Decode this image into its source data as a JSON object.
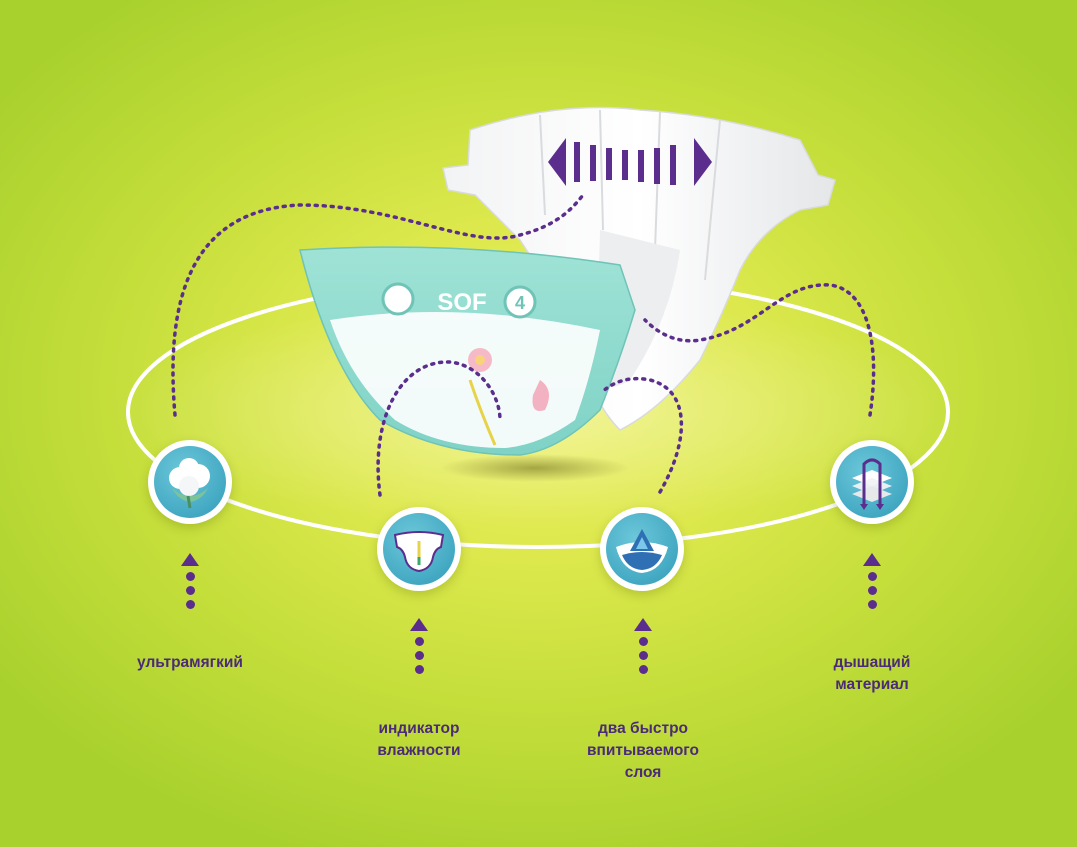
{
  "brand": {
    "logo_text": "SOF",
    "size_number": "4"
  },
  "features": [
    {
      "id": "ultrasoft",
      "lines": [
        "ультрамягкий"
      ],
      "icon": "cotton-icon"
    },
    {
      "id": "wetness",
      "lines": [
        "индикатор",
        "влажности"
      ],
      "icon": "diaper-indicator-icon"
    },
    {
      "id": "layers",
      "lines": [
        "два быстро",
        "впитываемого",
        "слоя"
      ],
      "icon": "absorbent-layers-icon"
    },
    {
      "id": "breathable",
      "lines": [
        "дышащий",
        "материал"
      ],
      "icon": "breathable-material-icon"
    }
  ],
  "colors": {
    "accent_purple": "#5b2d8c",
    "label_purple": "#4b2b78",
    "icon_teal": "#43a9c3",
    "diaper_mint": "#8fdcd0",
    "background_lime": "#c4de3a"
  }
}
